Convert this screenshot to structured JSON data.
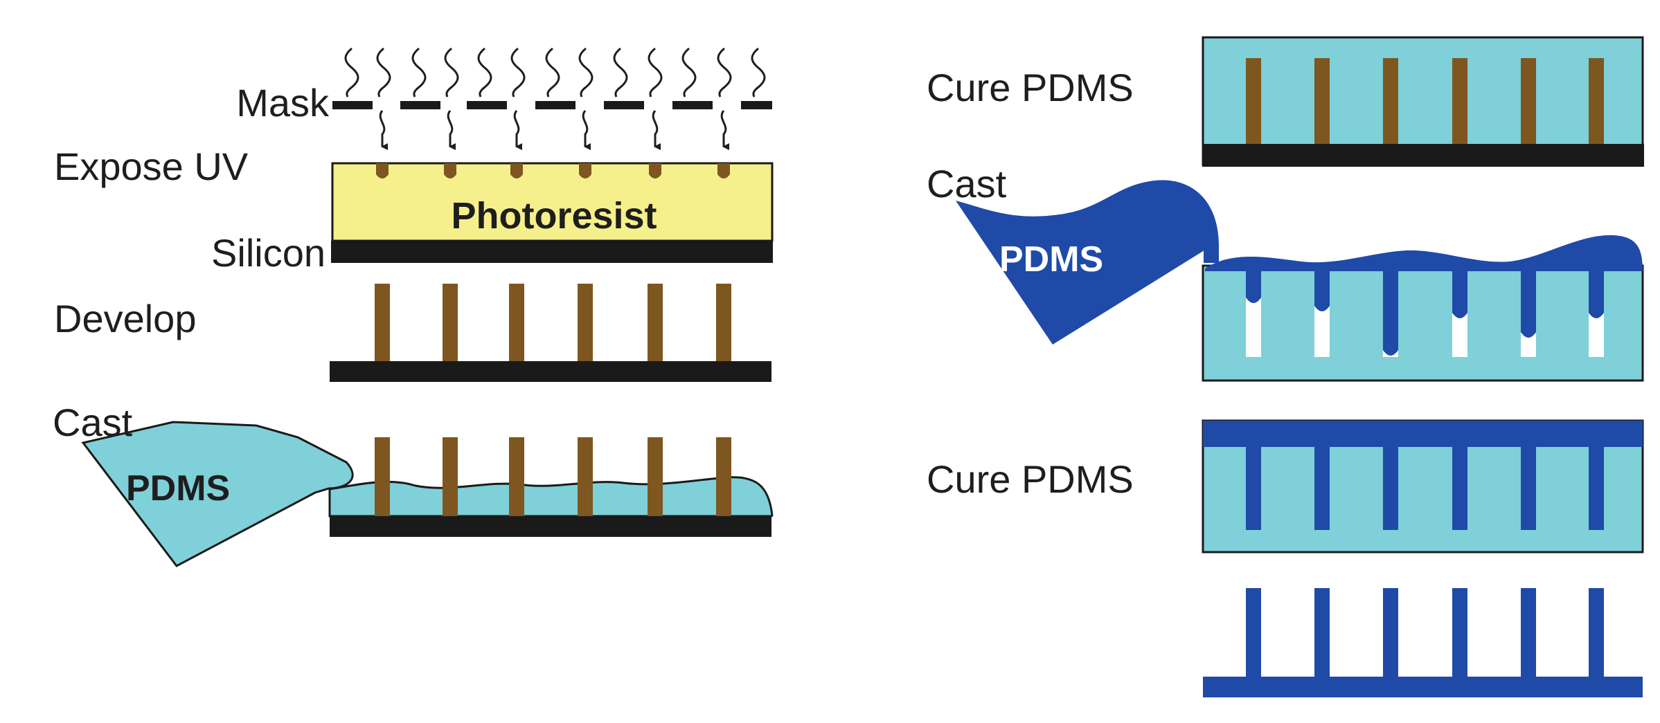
{
  "colors": {
    "photoresist": "#f6f08c",
    "silicon": "#1a1a1a",
    "pillar": "#7e561f",
    "pdms_light": "#7fd0d8",
    "pdms_dark": "#1f4aa8",
    "text": "#1e1e1e"
  },
  "left_panel": {
    "mask_label": "Mask",
    "expose_label": "Expose UV",
    "photoresist_label": "Photoresist",
    "silicon_label": "Silicon",
    "develop_label": "Develop",
    "cast_label": "Cast",
    "pdms_label": "PDMS"
  },
  "right_panel": {
    "cure_label_1": "Cure PDMS",
    "cast_label": "Cast",
    "pdms_label": "PDMS",
    "cure_label_2": "Cure PDMS"
  }
}
